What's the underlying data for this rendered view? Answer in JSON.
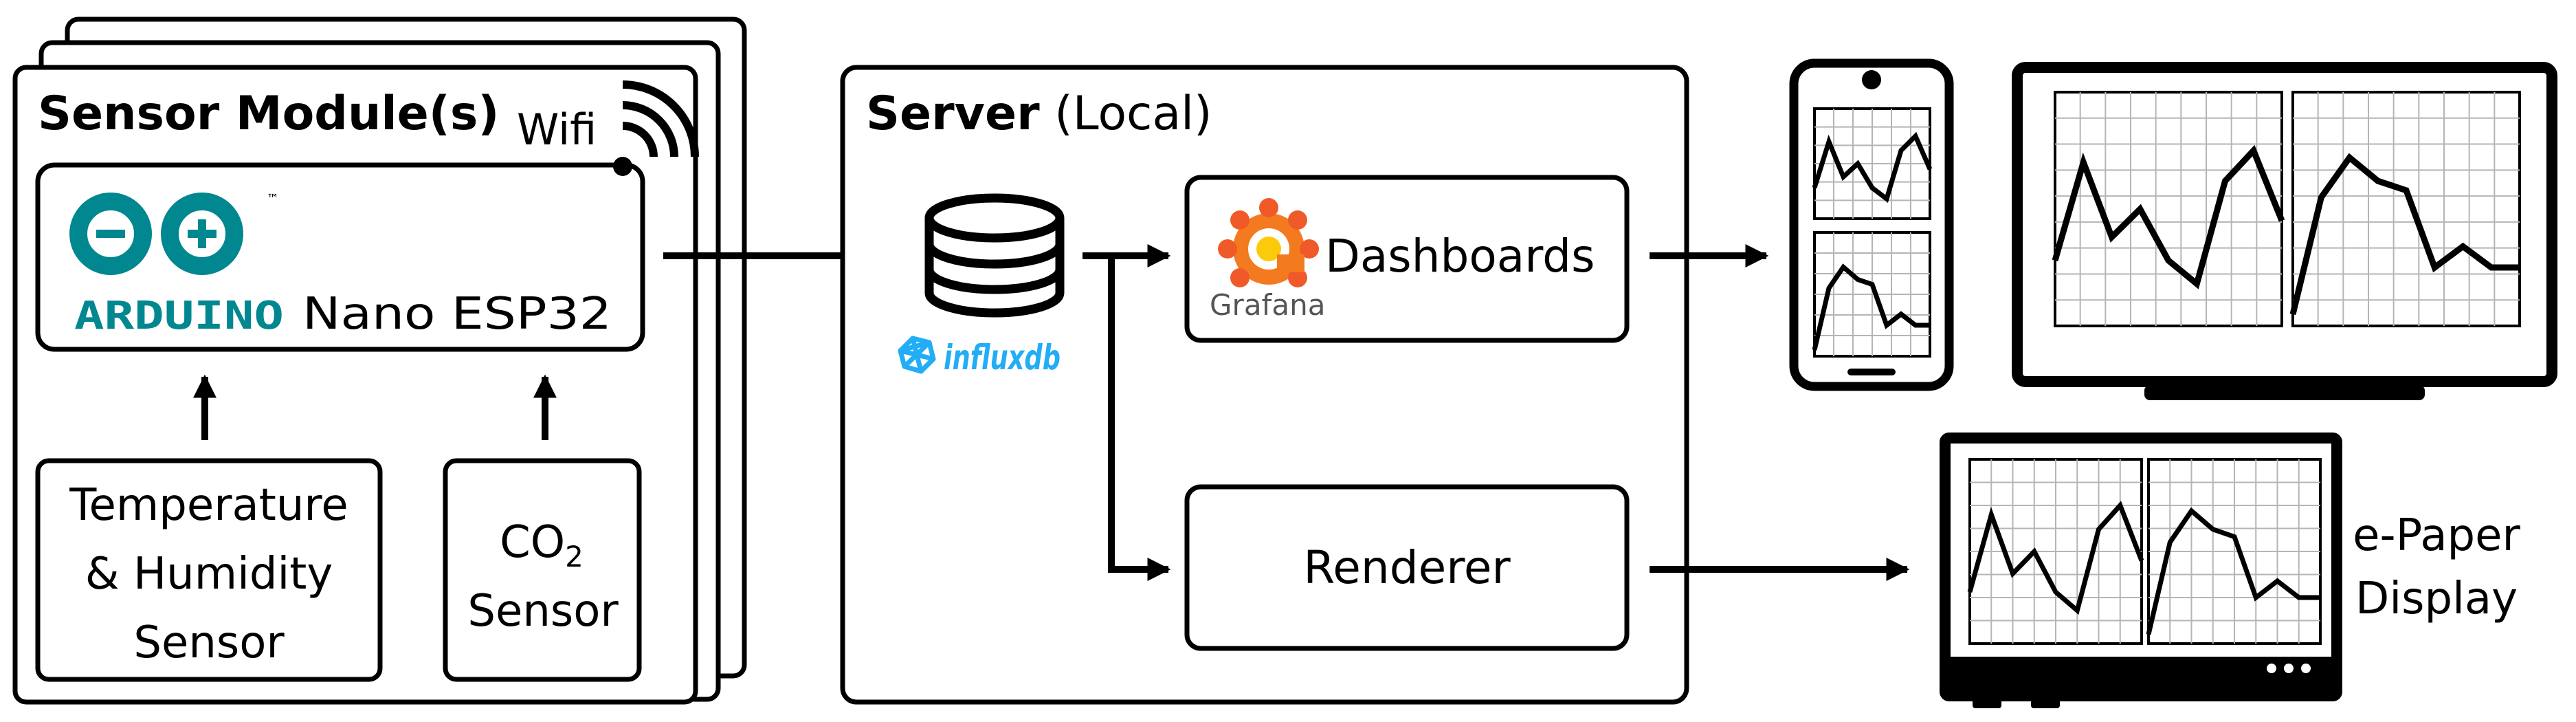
{
  "sensor_module": {
    "title": "Sensor Module(s)",
    "wifi_label": "Wifi",
    "board": {
      "brand": "ARDUINO",
      "model": "Nano ESP32",
      "trademark": "™"
    },
    "sensors": {
      "temp_humidity": [
        "Temperature",
        "& Humidity",
        "Sensor"
      ],
      "co2": {
        "main": "CO",
        "subscript": "2",
        "line2": "Sensor"
      }
    }
  },
  "server": {
    "title_bold": "Server",
    "title_rest": "(Local)",
    "database_logo": "influxdb",
    "dashboards": {
      "logo_text": "Grafana",
      "label": "Dashboards"
    },
    "renderer": {
      "label": "Renderer"
    }
  },
  "epaper": {
    "label_line1": "e-Paper",
    "label_line2": "Display"
  },
  "chart_lines": {
    "a": [
      0.72,
      0.3,
      0.62,
      0.5,
      0.72,
      0.82,
      0.38,
      0.25,
      0.55
    ],
    "b": [
      0.95,
      0.45,
      0.28,
      0.38,
      0.42,
      0.75,
      0.66,
      0.75,
      0.75
    ]
  },
  "colors": {
    "arduino": "#00878F",
    "influx": "#22ADF6",
    "grafana_orange": "#F05A28",
    "grafana_yellow": "#FBCA0A"
  },
  "icons": {
    "wifi": "wifi-icon",
    "database": "database-icon",
    "influx": "influxdb-icon",
    "arduino": "arduino-infinity-icon",
    "grafana": "grafana-icon",
    "phone": "phone-icon",
    "monitor": "monitor-icon",
    "epaper": "epaper-display-icon"
  }
}
